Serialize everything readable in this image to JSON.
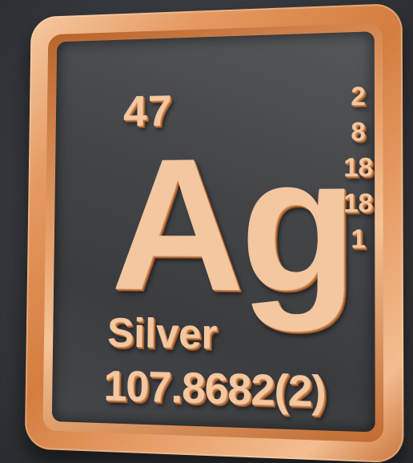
{
  "element": {
    "atomic_number": "47",
    "symbol": "Ag",
    "name": "Silver",
    "atomic_mass": "107.8682(2)",
    "electron_shells": [
      "2",
      "8",
      "18",
      "18",
      "1"
    ]
  },
  "colors": {
    "copper_text": "#f3c7a0",
    "tile_face": "#434548",
    "frame": "#d47d3f",
    "background": "#3a3d42"
  }
}
